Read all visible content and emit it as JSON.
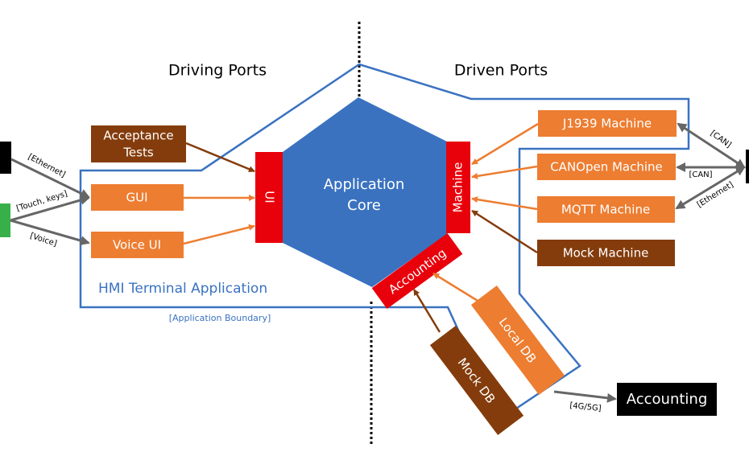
{
  "headings": {
    "driving_ports": "Driving Ports",
    "driven_ports": "Driven Ports"
  },
  "core": {
    "line1": "Application",
    "line2": "Core"
  },
  "ports": {
    "ui": "UI",
    "machine": "Machine",
    "accounting": "Accounting"
  },
  "adapters": {
    "acceptance_tests_line1": "Acceptance",
    "acceptance_tests_line2": "Tests",
    "gui": "GUI",
    "voice_ui": "Voice UI",
    "j1939": "J1939 Machine",
    "canopen": "CANOpen Machine",
    "mqtt": "MQTT Machine",
    "mock_machine": "Mock Machine",
    "local_db": "Local DB",
    "mock_db": "Mock DB"
  },
  "external": {
    "accounting": "Accounting"
  },
  "edge_labels": {
    "ethernet_left": "[Ethernet]",
    "touch_keys": "[Touch, keys]",
    "voice": "[Voice]",
    "can_top": "[CAN]",
    "can_mid": "[CAN]",
    "ethernet_right": "[Ethernet]",
    "cellular": "[4G/5G]"
  },
  "boundary": {
    "title": "HMI Terminal Application",
    "subtitle": "[Application Boundary]"
  },
  "colors": {
    "core": "#3a72c0",
    "port": "#e8000b",
    "adapter": "#ed7d31",
    "mock": "#843c0c",
    "boundary": "#3a72c0",
    "external_black": "#000000",
    "external_green": "#38b04a",
    "connector": "#666666"
  }
}
